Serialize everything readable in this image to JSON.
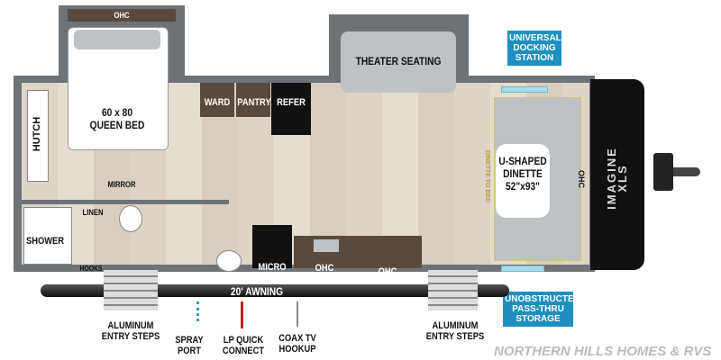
{
  "labels": {
    "ohc_top": "OHC",
    "bed": "60 x 80\nQUEEN BED",
    "ward": "WARD",
    "pantry": "PANTRY",
    "refer": "REFER",
    "theater": "THEATER SEATING",
    "hutch": "HUTCH",
    "mirror": "MIRROR",
    "linen": "LINEN",
    "shower": "SHOWER",
    "hooks": "HOOKS",
    "micro": "MICRO",
    "ohc_kitchen1": "OHC",
    "ohc_kitchen2": "OHC",
    "dinette_to_bed": "DINETTE TO BED",
    "dinette": "U-SHAPED\nDINETTE\n52\"x93\"",
    "ohc_front": "OHC",
    "awning": "20' AWNING",
    "steps_left": "ALUMINUM\nENTRY STEPS",
    "steps_right": "ALUMINUM\nENTRY STEPS",
    "spray": "SPRAY\nPORT",
    "lp": "LP QUICK\nCONNECT",
    "coax": "COAX TV\nHOOKUP"
  },
  "callouts": {
    "docking": "UNIVERSAL\nDOCKING\nSTATION",
    "storage": "UNOBSTRUCTED\nPASS-THRU\nSTORAGE"
  },
  "brand": {
    "logo": "IMAGINE XLS",
    "watermark": "NORTHERN HILLS HOMES & RVS"
  },
  "colors": {
    "callout": "#1f8fbf",
    "wall": "#6e7378",
    "cap": "#111111",
    "lp_hose": "#d0201e",
    "spray_hose": "#2a9fd6"
  }
}
